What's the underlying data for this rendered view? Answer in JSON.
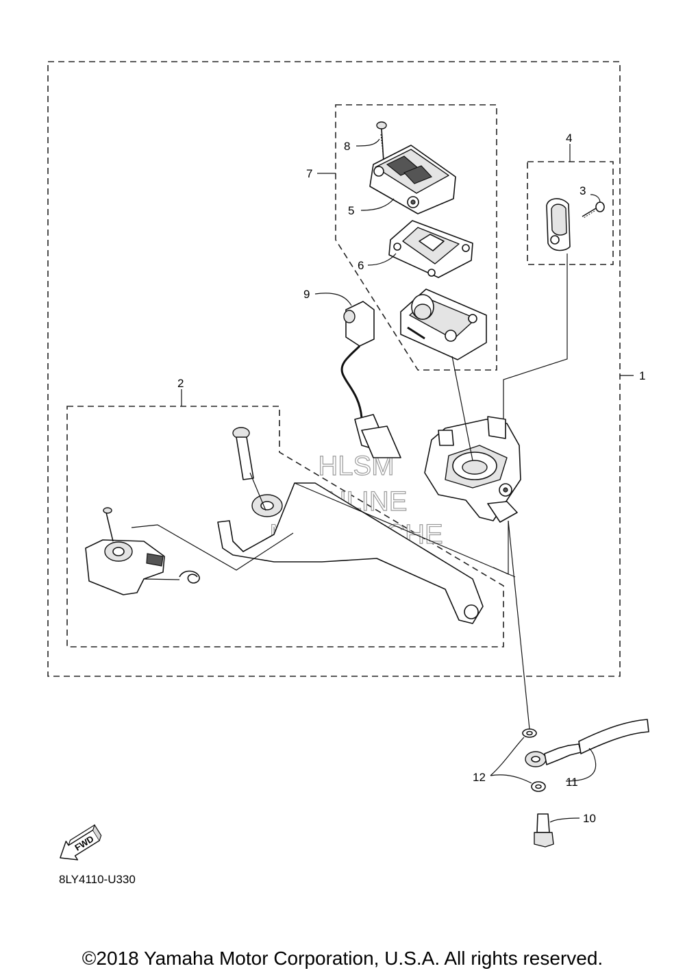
{
  "callouts": {
    "c1": "1",
    "c2": "2",
    "c3": "3",
    "c4": "4",
    "c5": "5",
    "c6": "6",
    "c7": "7",
    "c8": "8",
    "c9": "9",
    "c10": "10",
    "c11": "11",
    "c12": "12"
  },
  "fwd_label": "FWD",
  "diagram_code": "8LY4110-U330",
  "watermark": {
    "line1": "HLSM",
    "line2": "ONLINE",
    "line3": "MICROFICHE"
  },
  "copyright": "©2018 Yamaha Motor Corporation, U.S.A. All rights reserved.",
  "icons": [
    "fwd-arrow-icon"
  ]
}
